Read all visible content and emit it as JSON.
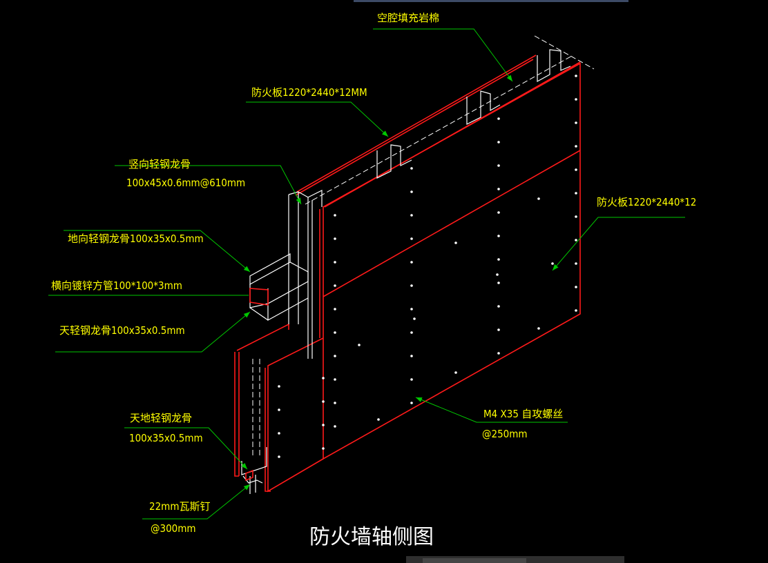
{
  "title": "防火墙轴侧图",
  "labels": {
    "cavity_fill": "空腔填充岩棉",
    "board_top": "防火板1220*2440*12MM",
    "vertical_stud_l1": "竖向轻钢龙骨",
    "vertical_stud_l2": "100x45x0.6mm@610mm",
    "floor_track": "地向轻钢龙骨100x35x0.5mm",
    "horizontal_pipe": "横向镀锌方管100*100*3mm",
    "ceiling_track": "天轻钢龙骨100x35x0.5mm",
    "board_right": "防火板1220*2440*12",
    "screw_l1": "M4 X35   自攻螺丝",
    "screw_l2": "@250mm",
    "ceil_floor_track_l1": "天地轻钢龙骨",
    "ceil_floor_track_l2": "100x35x0.5mm",
    "nail_l1": "22mm瓦斯钉",
    "nail_l2": "@300mm"
  },
  "colors": {
    "background": "#000000",
    "label_text": "#ffff00",
    "leader_line": "#00c800",
    "board_edge": "#ff1a1a",
    "structure": "#ffffff"
  },
  "icons": [
    "arrowhead-icon"
  ]
}
